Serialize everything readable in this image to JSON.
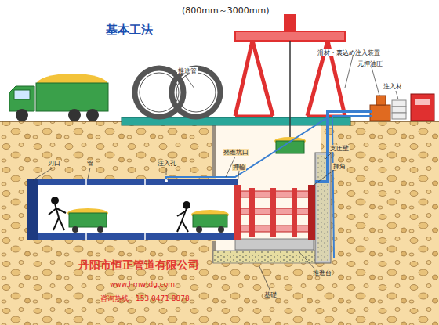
{
  "diagram": {
    "title": "基本工法",
    "labels": [
      "(800mm～3000mm)",
      "推進管",
      "滑材・裏込め注入装置",
      "元押油圧",
      "注入材",
      "発進坑口",
      "刃口",
      "管",
      "注入孔",
      "押輪",
      "支圧壁",
      "押角",
      "推進台",
      "基礎",
      "丹阳市恒正管道有限公司",
      "www.hmwtdg.com",
      "咨询热线：153 0471 8878"
    ]
  }
}
